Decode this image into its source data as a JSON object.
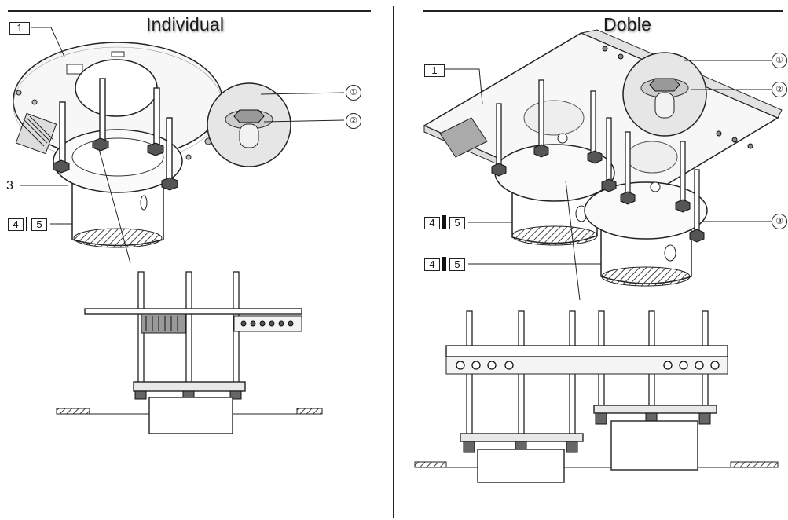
{
  "left": {
    "title": "Individual",
    "labels": {
      "part1": "1",
      "part3": "3",
      "part4": "4",
      "part5": "5",
      "circle1": "①",
      "circle2": "②"
    }
  },
  "right": {
    "title": "Doble",
    "labels": {
      "part1": "1",
      "part4_top": "4",
      "part5_top": "5",
      "part4_bottom": "4",
      "part5_bottom": "5",
      "circle1": "①",
      "circle2": "②",
      "circle3": "③"
    }
  },
  "colors": {
    "panel_bg": "#ebebeb",
    "line": "#222222",
    "hatch": "#444444"
  }
}
